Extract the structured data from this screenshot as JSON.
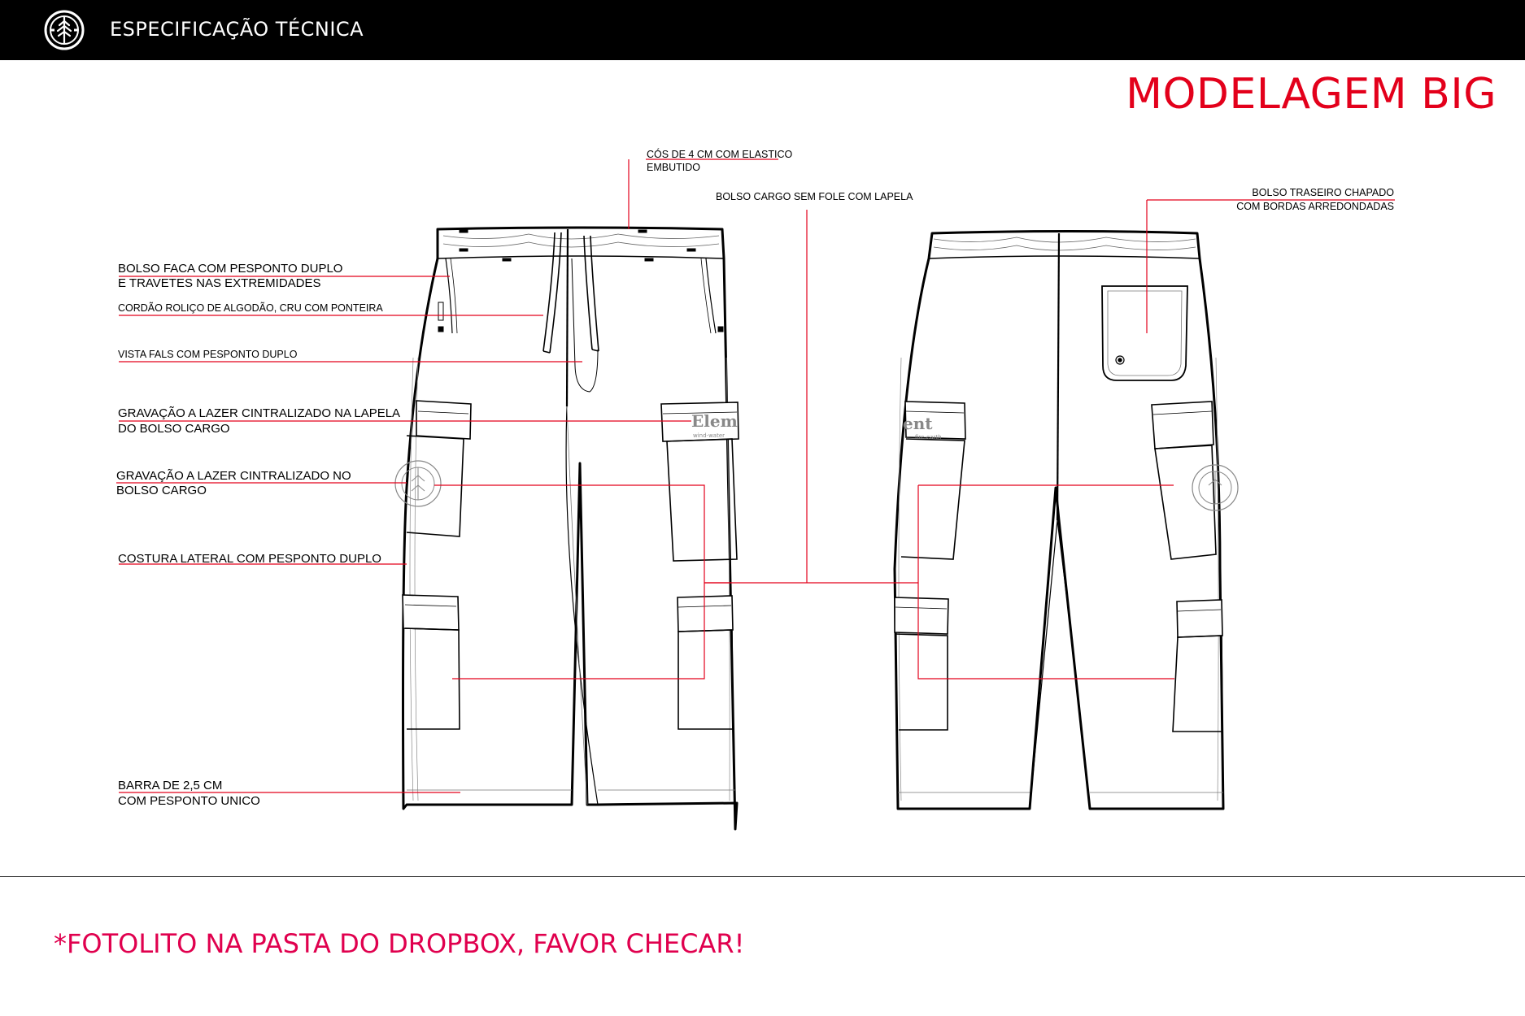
{
  "header": {
    "title": "ESPECIFICAÇÃO TÉCNICA",
    "logo_icon": "element-tree-logo-icon"
  },
  "model_title": "MODELAGEM BIG",
  "annotations": {
    "bolso_faca_1": "BOLSO FACA COM PESPONTO DUPLO",
    "bolso_faca_2": "E TRAVETES NAS EXTREMIDADES",
    "cordao": "CORDÃO ROLIÇO DE ALGODÃO, CRU COM PONTEIRA",
    "vista": "VISTA FALS COM PESPONTO DUPLO",
    "gravacao_lapela_1": "GRAVAÇÃO A LAZER CINTRALIZADO NA LAPELA",
    "gravacao_lapela_2": "DO BOLSO CARGO",
    "gravacao_bolso_1": "GRAVAÇÃO A LAZER CINTRALIZADO NO",
    "gravacao_bolso_2": "BOLSO CARGO",
    "costura_lateral": "COSTURA LATERAL COM PESPONTO DUPLO",
    "barra_1": "BARRA DE 2,5 CM",
    "barra_2": "COM PESPONTO UNICO",
    "cos_1": "CÓS DE 4 CM COM ELASTICO",
    "cos_2": "EMBUTIDO",
    "bolso_cargo": "BOLSO CARGO SEM FOLE COM LAPELA",
    "bolso_traseiro_1": "BOLSO TRASEIRO CHAPADO",
    "bolso_traseiro_2": "COM BORDAS ARREDONDADAS"
  },
  "flap_print": {
    "front_word": "Elem",
    "back_word": "ent",
    "front_tagline": "wind-water",
    "back_tagline": "fire-earth"
  },
  "footer": {
    "note": "*FOTOLITO NA PASTA DO DROPBOX, FAVOR CHECAR!"
  },
  "colors": {
    "header_bg": "#000000",
    "title_red": "#e3001b",
    "leader_line_red": "#e3001b",
    "footnote_pink": "#e0004e"
  }
}
